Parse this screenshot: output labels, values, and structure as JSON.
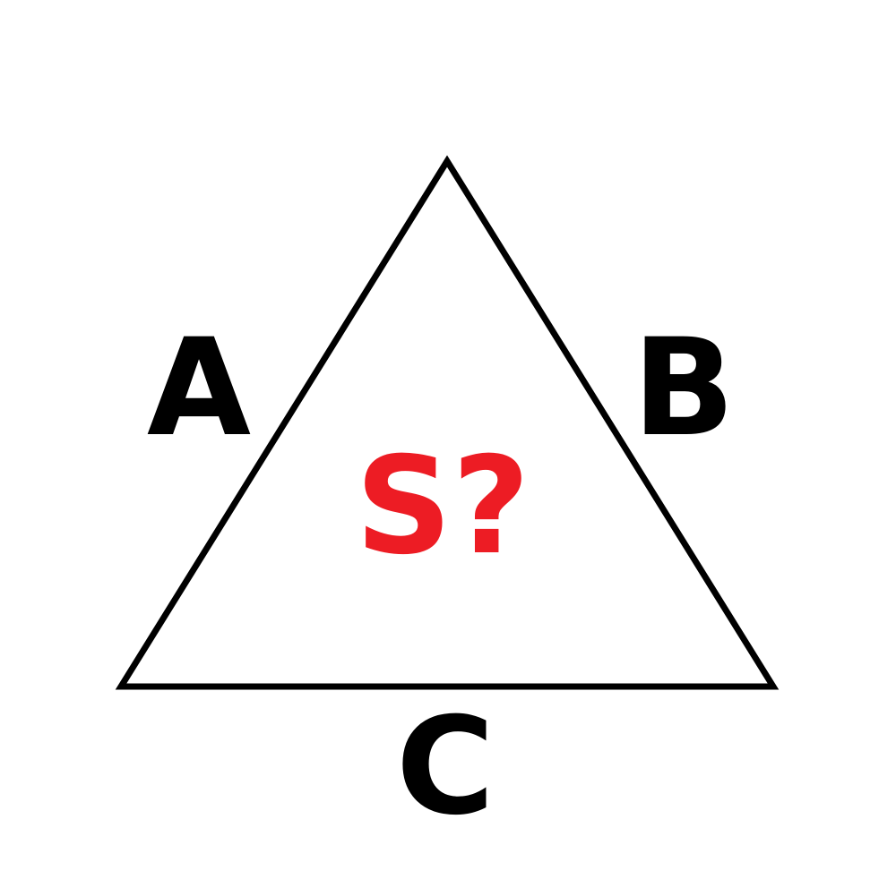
{
  "diagram": {
    "labels": {
      "side_a": "A",
      "side_b": "B",
      "side_c": "C",
      "area": "S?"
    },
    "colors": {
      "background": "#ffffff",
      "outline": "#000000",
      "side_labels": "#000000",
      "area_label": "#ed1c24"
    }
  }
}
